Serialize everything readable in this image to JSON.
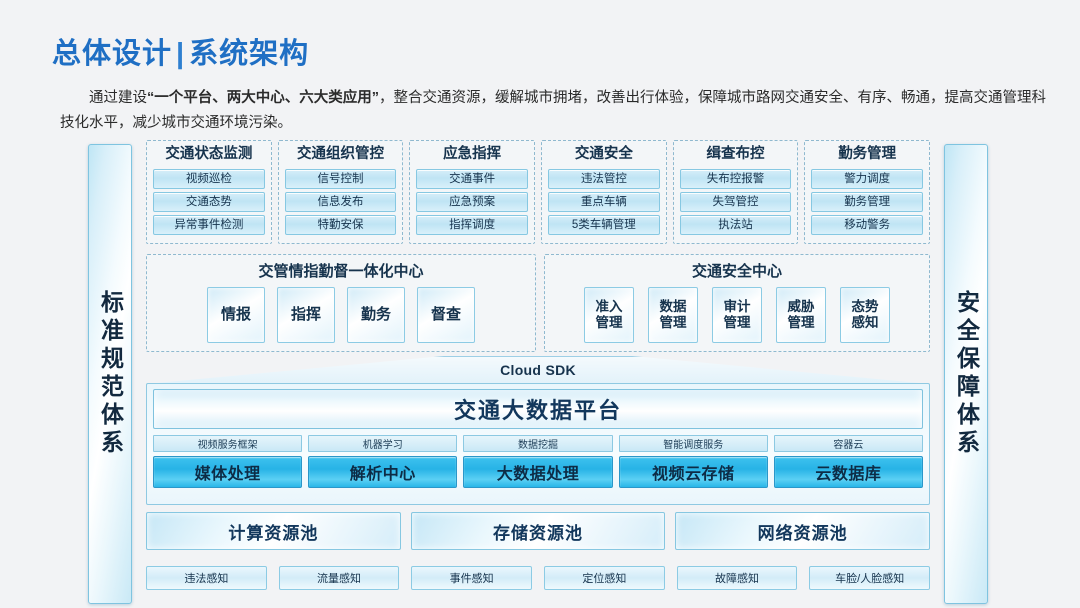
{
  "header": {
    "title_main": "总体设计",
    "title_sep": "|",
    "title_sub": "系统架构",
    "intro_part1": "通过建设",
    "intro_quote": "“一个平台、两大中心、六大类应用”",
    "intro_part2": "，整合交通资源，缓解城市拥堵，改善出行体验，保障城市路网交通安全、有序、畅通，提高交通管理科技化水平，减少城市交通环境污染。"
  },
  "pillars": {
    "left": "标准规范体系",
    "right": "安全保障体系"
  },
  "applications": [
    {
      "title": "交通状态监测",
      "items": [
        "视频巡检",
        "交通态势",
        "异常事件检测"
      ]
    },
    {
      "title": "交通组织管控",
      "items": [
        "信号控制",
        "信息发布",
        "特勤安保"
      ]
    },
    {
      "title": "应急指挥",
      "items": [
        "交通事件",
        "应急预案",
        "指挥调度"
      ]
    },
    {
      "title": "交通安全",
      "items": [
        "违法管控",
        "重点车辆",
        "5类车辆管理"
      ]
    },
    {
      "title": "缉查布控",
      "items": [
        "失布控报警",
        "失驾管控",
        "执法站"
      ]
    },
    {
      "title": "勤务管理",
      "items": [
        "警力调度",
        "勤务管理",
        "移动警务"
      ]
    }
  ],
  "centers": [
    {
      "title": "交管情指勤督一体化中心",
      "items": [
        "情报",
        "指挥",
        "勤务",
        "督查"
      ]
    },
    {
      "title": "交通安全中心",
      "items": [
        "准入\n管理",
        "数据\n管理",
        "审计\n管理",
        "威胁\n管理",
        "态势\n感知"
      ]
    }
  ],
  "sdk": {
    "label": "Cloud SDK"
  },
  "platform": {
    "title": "交通大数据平台",
    "service_labels": [
      "视频服务框架",
      "机器学习",
      "数据挖掘",
      "智能调度服务",
      "容器云"
    ],
    "service_blocks": [
      "媒体处理",
      "解析中心",
      "大数据处理",
      "视频云存储",
      "云数据库"
    ]
  },
  "resource_pools": [
    "计算资源池",
    "存储资源池",
    "网络资源池"
  ],
  "sensing": [
    "违法感知",
    "流量感知",
    "事件感知",
    "定位感知",
    "故障感知",
    "车脸/人脸感知"
  ],
  "colors": {
    "title_blue": "#1f6fc4",
    "accent_cyan": "#29b6e8",
    "dark_text": "#16334d",
    "page_bg": "#f2f3f5"
  }
}
